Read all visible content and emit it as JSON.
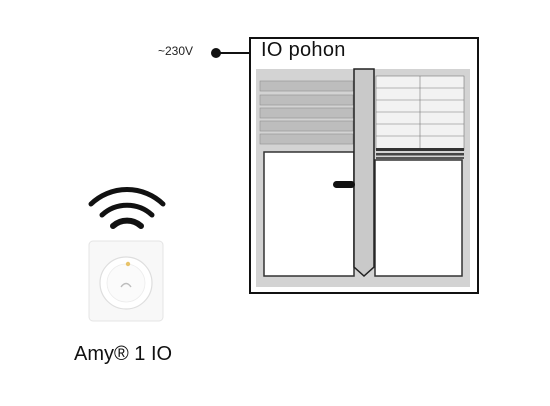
{
  "labels": {
    "voltage": "~230V",
    "drive_title": "IO pohon",
    "device_name": "Amy® 1 IO"
  },
  "icons": {
    "wireless_signal": "wifi-signal-icon",
    "wall_switch": "amy-wall-switch-icon",
    "window": "window-with-blinds-icon"
  },
  "colors": {
    "line": "#111111",
    "frame_grey": "#cfcfcf",
    "slat": "#bdbdbd",
    "switch_white": "#f7f7f7"
  }
}
